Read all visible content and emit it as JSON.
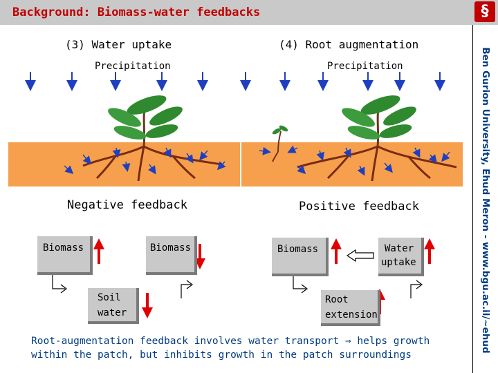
{
  "header": {
    "title": "Background: Biomass-water feedbacks"
  },
  "side_text": "Ben Gurion University, Ehud Meron - www.bgu.ac.il/~ehud",
  "panels": {
    "left": {
      "title": "(3) Water uptake",
      "precip_label": "Precipitation",
      "feedback_label": "Negative feedback"
    },
    "right": {
      "title": "(4) Root augmentation",
      "precip_label": "Precipitation",
      "feedback_label": "Positive feedback"
    }
  },
  "boxes": {
    "left_biomass_1": "Biomass",
    "left_biomass_2": "Biomass",
    "left_soil_line1": "Soil",
    "left_soil_line2": "water",
    "right_biomass": "Biomass",
    "right_water_line1": "Water",
    "right_water_line2": "uptake",
    "right_root_line1": "Root",
    "right_root_line2": "extension"
  },
  "caption": {
    "line1_a": "Root-augmentation feedback involves water transport ",
    "implies_symbol": "⇒",
    "line1_b": " helps growth",
    "line2": "within the patch, but inhibits growth in the patch surroundings"
  },
  "colors": {
    "title_red": "#c00000",
    "soil_orange": "#f6a04e",
    "leaf_green": "#2f8a2f",
    "root_brown": "#7a2b12",
    "arrow_blue": "#1f3fbf",
    "caption_blue": "#003b80",
    "arrow_red": "#e00000"
  },
  "icons": [
    "logo-icon",
    "precipitation-arrow-icon",
    "plant-icon",
    "seedling-icon",
    "red-up-arrow-icon",
    "red-down-arrow-icon",
    "hook-arrow-icon",
    "left-outline-arrow-icon"
  ]
}
